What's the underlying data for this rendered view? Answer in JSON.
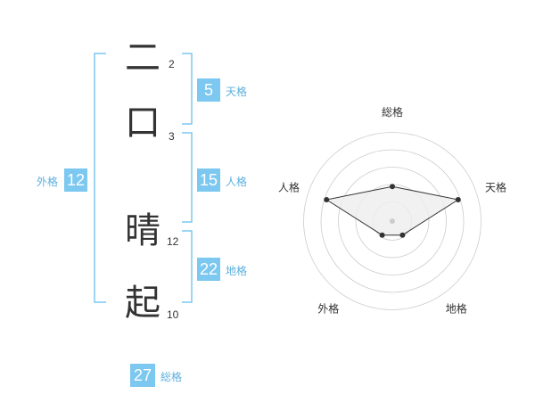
{
  "name": {
    "chars": [
      {
        "char": "二",
        "strokes": "2"
      },
      {
        "char": "口",
        "strokes": "3"
      },
      {
        "char": "晴",
        "strokes": "12"
      },
      {
        "char": "起",
        "strokes": "10"
      }
    ]
  },
  "fortunes": {
    "tenkaku": {
      "label": "天格",
      "value": "5"
    },
    "jinkaku": {
      "label": "人格",
      "value": "15"
    },
    "chikaku": {
      "label": "地格",
      "value": "22"
    },
    "gaikaku": {
      "label": "外格",
      "value": "12"
    },
    "soukaku": {
      "label": "総格",
      "value": "27"
    }
  },
  "radar": {
    "axes": [
      "総格",
      "天格",
      "地格",
      "外格",
      "人格"
    ],
    "levels": 4,
    "values": [
      2,
      4,
      1,
      1,
      4
    ],
    "max": 5,
    "fill": "#eeeeee",
    "line": "#333333",
    "grid": "#cccccc",
    "center_dot": "#cccccc"
  },
  "colors": {
    "accent": "#7cc8f0",
    "bracket": "#7cc8f0",
    "label": "#5cb0de",
    "text": "#333333"
  }
}
